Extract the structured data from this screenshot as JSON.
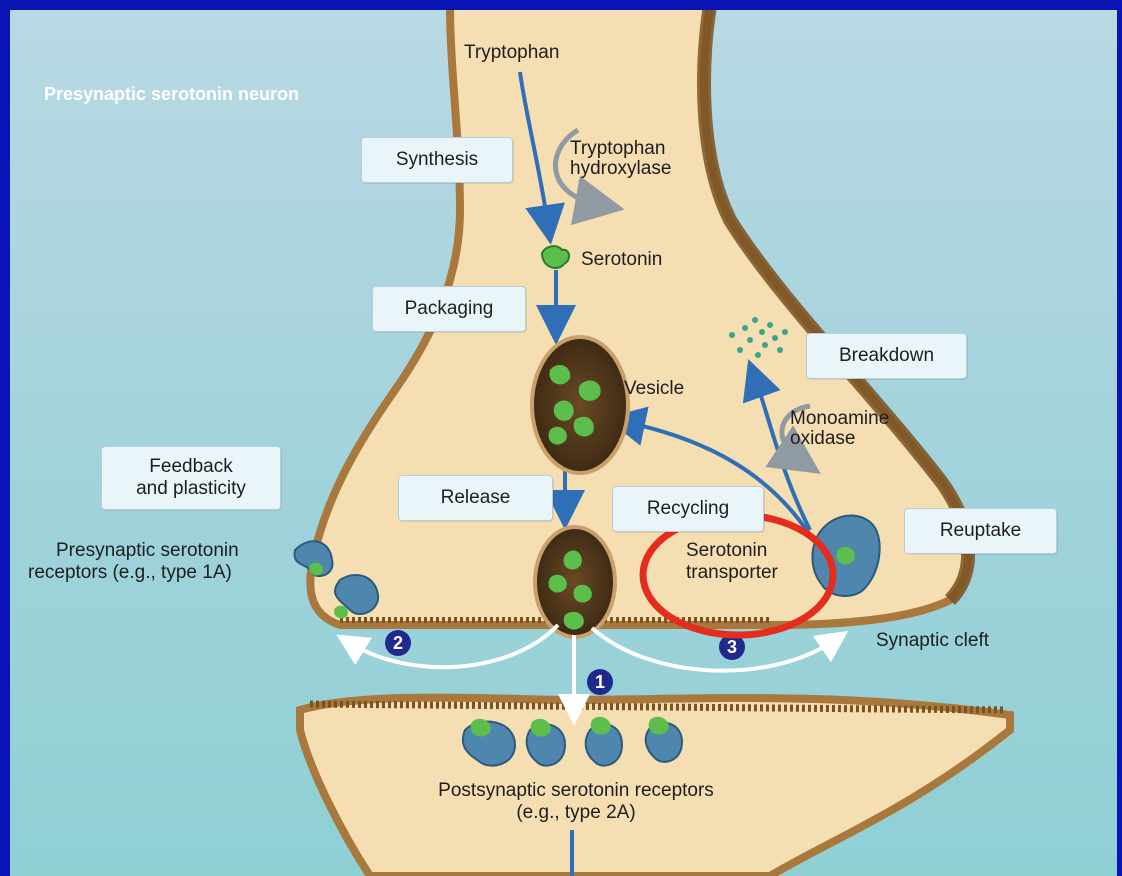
{
  "title": "Presynaptic serotonin neuron",
  "labels": {
    "tryptophan": "Tryptophan",
    "tph_line1": "Tryptophan",
    "tph_line2": "hydroxylase",
    "serotonin": "Serotonin",
    "vesicle": "Vesicle",
    "mao_line1": "Monoamine",
    "mao_line2": "oxidase",
    "transporter_line1": "Serotonin",
    "transporter_line2": "transporter",
    "presyn_line1": "Presynaptic serotonin",
    "presyn_line2": "receptors (e.g., type 1A)",
    "synaptic_cleft": "Synaptic cleft",
    "postsyn_line1": "Postsynaptic serotonin receptors",
    "postsyn_line2": "(e.g., type 2A)"
  },
  "boxes": {
    "synthesis": "Synthesis",
    "packaging": "Packaging",
    "breakdown": "Breakdown",
    "feedback_line1": "Feedback",
    "feedback_line2": "and plasticity",
    "release": "Release",
    "recycling": "Recycling",
    "reuptake": "Reuptake"
  },
  "markers": [
    "1",
    "2",
    "3"
  ],
  "colors": {
    "border": "#0a14b4",
    "membrane": "#a8783c",
    "cytoplasm": "#f4deb2",
    "arrow_blue": "#2e6fb8",
    "arrow_gray": "#8f9aa3",
    "receptor": "#4f86ad",
    "serotonin": "#5cbf4c",
    "highlight_circle": "#e52d1e",
    "marker_fill": "#1f2a8c"
  }
}
